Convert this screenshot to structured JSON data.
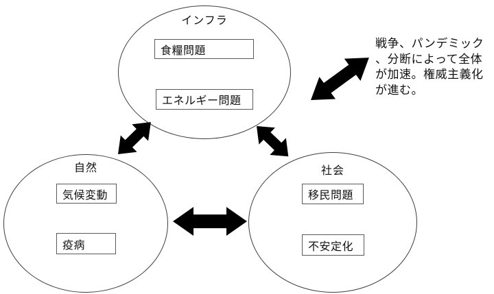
{
  "diagram": {
    "background": "#ffffff",
    "arrow_color": "#000000",
    "outline_color": "#3d3d3d",
    "nodes": [
      {
        "id": "infrastructure",
        "label": "インフラ",
        "items": [
          "食糧問題",
          "エネルギー問題"
        ]
      },
      {
        "id": "nature",
        "label": "自然",
        "items": [
          "気候変動",
          "疫病"
        ]
      },
      {
        "id": "society",
        "label": "社会",
        "items": [
          "移民問題",
          "不安定化"
        ]
      }
    ],
    "arrows": [
      {
        "id": "infrastructure-nature",
        "type": "double-headed"
      },
      {
        "id": "infrastructure-society",
        "type": "double-headed"
      },
      {
        "id": "nature-society",
        "type": "double-headed"
      },
      {
        "id": "acceleration",
        "type": "double-headed"
      }
    ],
    "annotation": {
      "full_text": "戦争、パンデミック、分断によって全体が加速。権威主義化が進む。",
      "lines": [
        "戦争、パンデミック",
        "、分断によって全体",
        "が加速。権威主義化",
        "が進む。"
      ]
    }
  }
}
